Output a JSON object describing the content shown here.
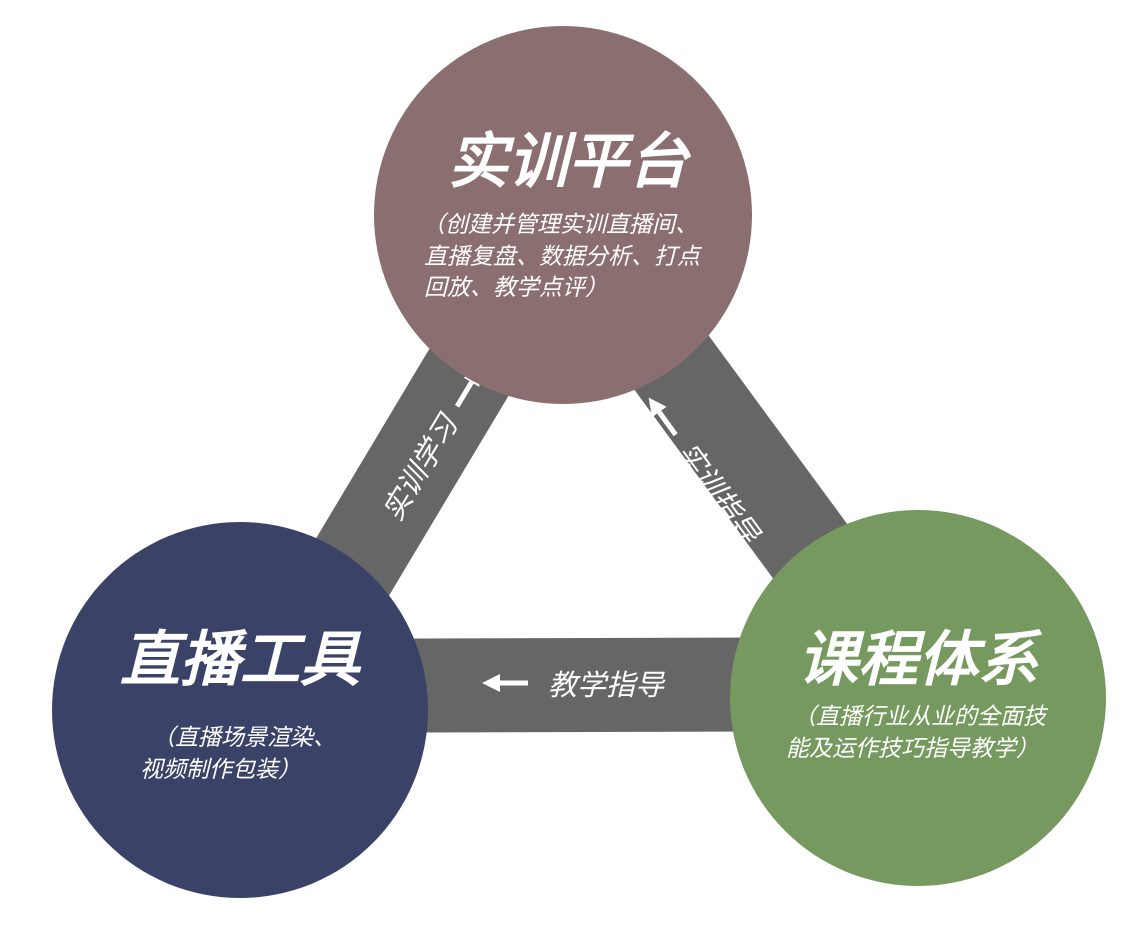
{
  "nodes": {
    "platform": {
      "title": "实训平台",
      "desc": [
        "（创建并管理实训直播间、",
        "直播复盘、数据分析、打点",
        "回放、教学点评）"
      ],
      "color": "#8b6e70"
    },
    "tools": {
      "title": "直播工具",
      "desc": [
        "（直播场景渲染、",
        "视频制作包装）"
      ],
      "color": "#3b4268"
    },
    "course": {
      "title": "课程体系",
      "desc": [
        "（直播行业从业的全面技",
        "能及运作技巧指导教学）"
      ],
      "color": "#76995f"
    }
  },
  "edges": {
    "left": {
      "label": "实训学习"
    },
    "right": {
      "label": "实训指导"
    },
    "bottom": {
      "label": "教学指导"
    }
  },
  "colors": {
    "connector": "#666666",
    "text": "#ffffff"
  }
}
